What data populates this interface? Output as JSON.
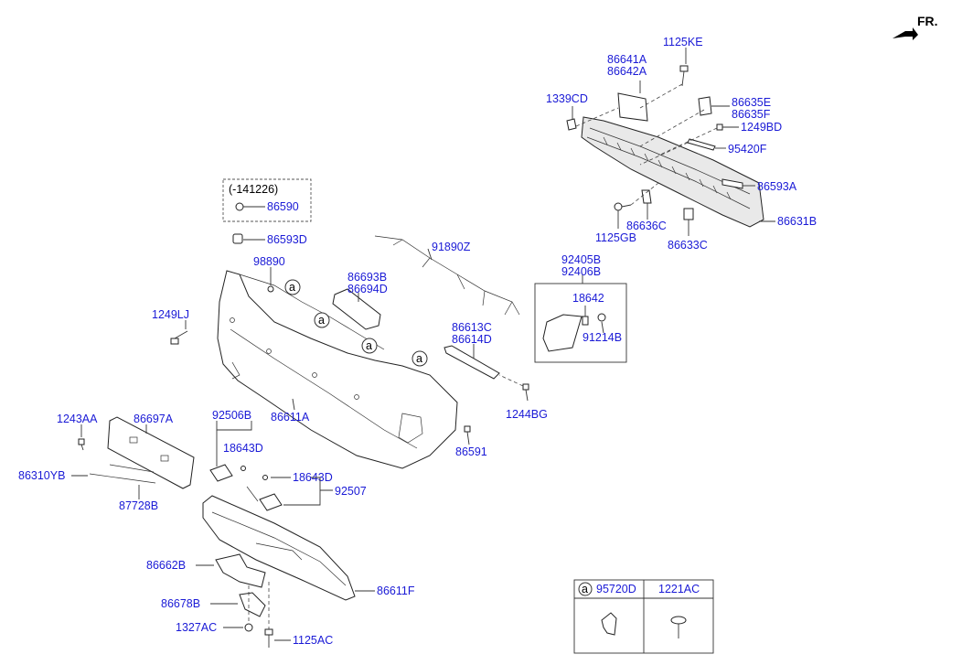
{
  "orientation": {
    "label": "FR."
  },
  "labels": {
    "p1125KE": "1125KE",
    "p86641A": "86641A",
    "p86642A": "86642A",
    "p1339CD": "1339CD",
    "p86635E": "86635E",
    "p86635F": "86635F",
    "p1249BD": "1249BD",
    "p95420F": "95420F",
    "p86593A": "86593A",
    "p86631B": "86631B",
    "p1125GB": "1125GB",
    "p86636C": "86636C",
    "p86633C": "86633C",
    "p141226": "(-141226)",
    "p86590": "86590",
    "p86593D": "86593D",
    "p91890Z": "91890Z",
    "p92405B": "92405B",
    "p92406B": "92406B",
    "p98890": "98890",
    "p86693B": "86693B",
    "p86694D": "86694D",
    "p18642": "18642",
    "p91214B": "91214B",
    "p1249LJ": "1249LJ",
    "p86613C": "86613C",
    "p86614D": "86614D",
    "p1244BG": "1244BG",
    "p86611A": "86611A",
    "p1243AA": "1243AA",
    "p86697A": "86697A",
    "p92506B": "92506B",
    "p18643D_a": "18643D",
    "p18643D_b": "18643D",
    "p86591": "86591",
    "p86310YB": "86310YB",
    "p92507": "92507",
    "p87728B": "87728B",
    "p86662B": "86662B",
    "p86611F": "86611F",
    "p86678B": "86678B",
    "p1327AC": "1327AC",
    "p1125AC": "1125AC"
  },
  "callouts": {
    "a": "a"
  },
  "legend_table": {
    "col1": "95720D",
    "col2": "1221AC",
    "marker": "a"
  }
}
